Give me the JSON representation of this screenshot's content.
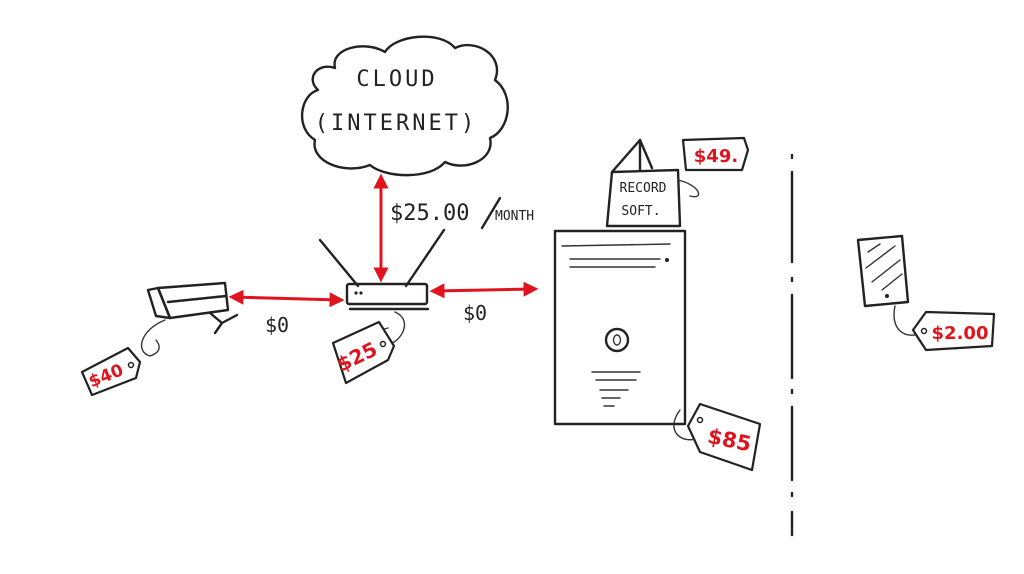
{
  "cloud": {
    "line1": "CLOUD",
    "line2": "(INTERNET)"
  },
  "links": {
    "internet_cost": "$25.00",
    "internet_unit": "MONTH",
    "camera_link_cost": "$0",
    "recorder_link_cost": "$0"
  },
  "software": {
    "line1": "RECORD",
    "line2": "SOFT."
  },
  "price_tags": {
    "camera": "$40",
    "router": "$25",
    "software": "$49.",
    "recorder": "$85",
    "phone": "$2.00"
  },
  "colors": {
    "ink": "#222222",
    "accent": "#e0141e",
    "background": "#ffffff"
  }
}
